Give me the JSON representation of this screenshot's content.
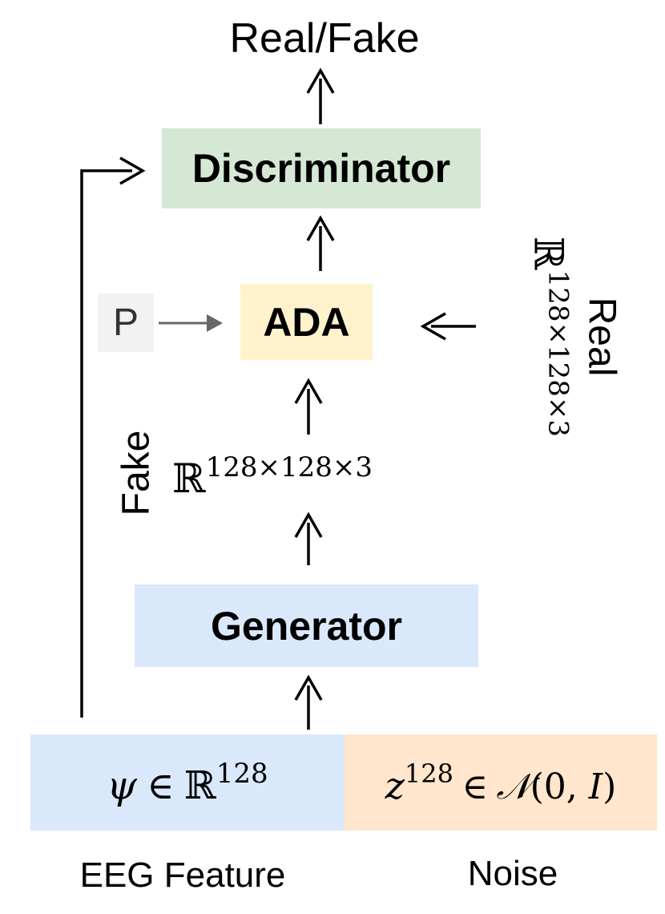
{
  "output_label": "Real/Fake",
  "discriminator": {
    "label": "Discriminator",
    "color": "#d5e8d4"
  },
  "ada": {
    "label": "ADA",
    "color": "#fff2cc"
  },
  "p_block": {
    "label": "P",
    "color": "#f2f2f2"
  },
  "real_input": {
    "label": "Real",
    "space_symbol": "ℝ",
    "space_dims": "128×128×3"
  },
  "fake_output": {
    "label": "Fake",
    "space_symbol": "ℝ",
    "space_dims": "128×128×3"
  },
  "generator": {
    "label": "Generator",
    "color": "#dae8fc"
  },
  "eeg_feature": {
    "symbol": "ψ",
    "relation": "∈",
    "space_symbol": "ℝ",
    "space_exponent": "128",
    "caption": "EEG Feature",
    "color": "#dae8fc"
  },
  "noise": {
    "symbol": "z",
    "symbol_exponent": "128",
    "relation": "∈",
    "distribution": "𝒩",
    "params": "(0, ",
    "params_var": "I",
    "params_close": ")",
    "caption": "Noise",
    "color": "#ffe6cc"
  }
}
